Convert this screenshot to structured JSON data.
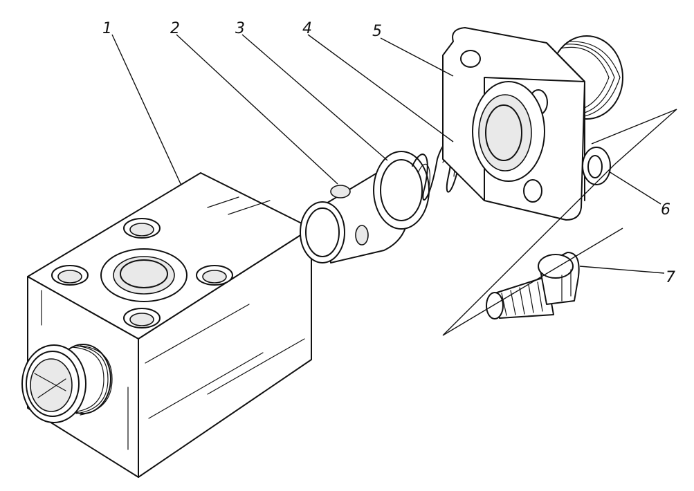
{
  "callouts": [
    {
      "id": "part-1",
      "text": "1"
    },
    {
      "id": "part-2",
      "text": "2"
    },
    {
      "id": "part-3",
      "text": "3"
    },
    {
      "id": "part-4",
      "text": "4"
    },
    {
      "id": "part-5",
      "text": "5"
    },
    {
      "id": "part-6",
      "text": "6"
    },
    {
      "id": "part-7",
      "text": "7"
    }
  ],
  "colors": {
    "ink": "#111111",
    "background": "#ffffff"
  }
}
